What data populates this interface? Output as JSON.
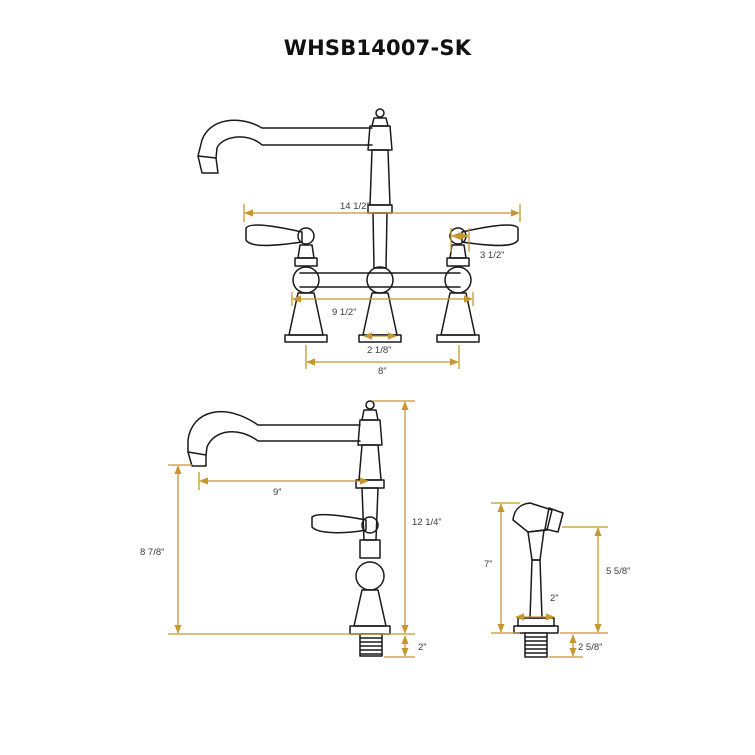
{
  "title": "WHSB14007-SK",
  "colors": {
    "outline": "#1a1a1a",
    "dimension": "#c8962e",
    "label": "#3a3a3a"
  },
  "front_view": {
    "overall_width": "14 1/2”",
    "handle_reach": "3 1/2”",
    "bridge_width": "9 1/2”",
    "base_diameter": "2 1/8”",
    "center_spacing": "8”"
  },
  "side_view": {
    "spout_height": "8 7/8”",
    "spout_reach": "9”",
    "overall_height": "12 1/4”",
    "shank_length": "2”"
  },
  "side_spray": {
    "height": "7”",
    "base_width": "2”",
    "hose_height": "5 5/8”",
    "shank_length": "2 5/8”"
  }
}
